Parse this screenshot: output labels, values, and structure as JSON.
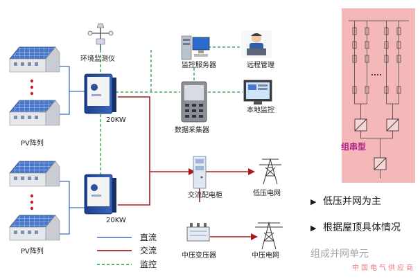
{
  "labels": {
    "env_monitor": "环境监测仪",
    "monitor_server": "监控服务器",
    "remote_mgmt": "远程管理",
    "data_collector": "数据采集器",
    "local_monitor": "本地监控",
    "inverter_top_kw": "20KW",
    "inverter_bottom_kw": "20KW",
    "pv_array_top": "PV阵列",
    "pv_array_bottom": "PV阵列",
    "ac_cabinet": "交流配电柜",
    "low_voltage_grid": "低压电网",
    "mv_transformer": "中压变压器",
    "mv_grid": "中压电网",
    "string_type": "组串型"
  },
  "legend": {
    "dc": "直流",
    "ac": "交流",
    "monitor": "监控"
  },
  "bullets": [
    "低压并网为主",
    "根据屋顶具体情况"
  ],
  "watermark_text": "组成并网单元",
  "watermark_sub": "中国电气供应商",
  "colors": {
    "dc": "#3a6fc0",
    "ac": "#a81c1c",
    "monitor": "#1f9a3a",
    "panel_bg": "#f4b8b8"
  }
}
